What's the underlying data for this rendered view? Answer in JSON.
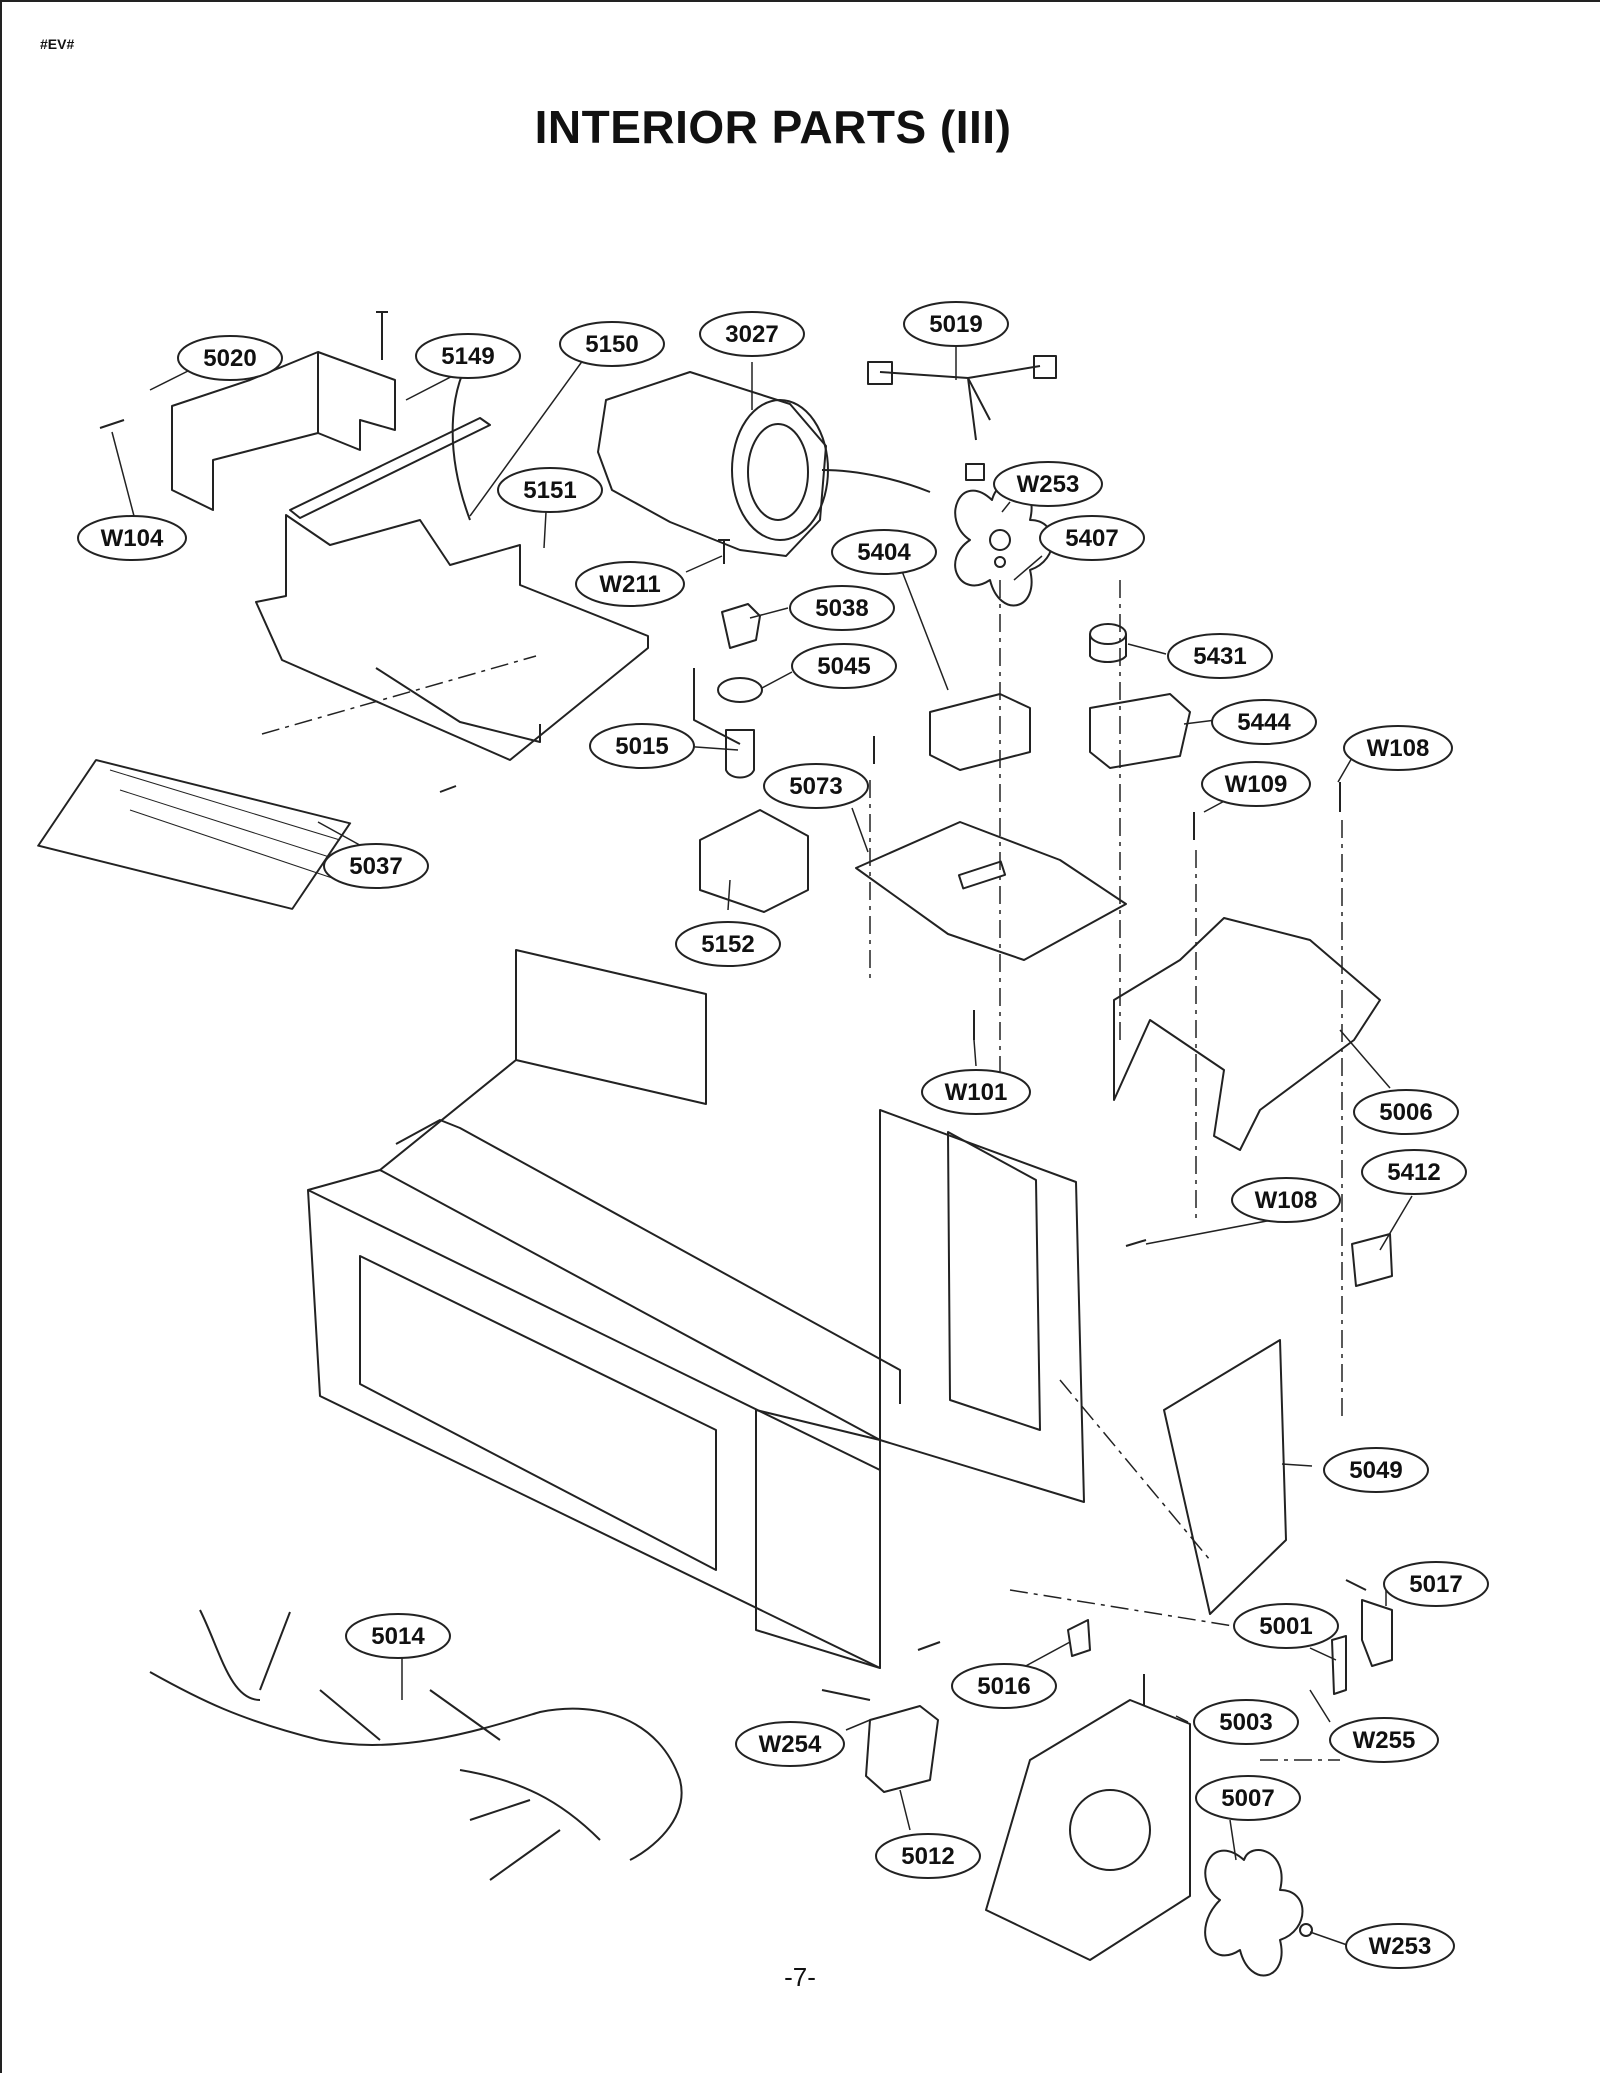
{
  "header": {
    "code": "#EV#",
    "title": "INTERIOR PARTS (III)"
  },
  "footer": {
    "page": "-7-"
  },
  "callouts": [
    {
      "id": "5020",
      "label": "5020"
    },
    {
      "id": "5149",
      "label": "5149"
    },
    {
      "id": "5150",
      "label": "5150"
    },
    {
      "id": "3027",
      "label": "3027"
    },
    {
      "id": "5019",
      "label": "5019"
    },
    {
      "id": "W104",
      "label": "W104"
    },
    {
      "id": "5151",
      "label": "5151"
    },
    {
      "id": "W253a",
      "label": "W253"
    },
    {
      "id": "5407",
      "label": "5407"
    },
    {
      "id": "W211",
      "label": "W211"
    },
    {
      "id": "5404",
      "label": "5404"
    },
    {
      "id": "5038",
      "label": "5038"
    },
    {
      "id": "5431",
      "label": "5431"
    },
    {
      "id": "5045",
      "label": "5045"
    },
    {
      "id": "5444",
      "label": "5444"
    },
    {
      "id": "5015",
      "label": "5015"
    },
    {
      "id": "W108a",
      "label": "W108"
    },
    {
      "id": "5073",
      "label": "5073"
    },
    {
      "id": "W109",
      "label": "W109"
    },
    {
      "id": "5037",
      "label": "5037"
    },
    {
      "id": "5152",
      "label": "5152"
    },
    {
      "id": "W101",
      "label": "W101"
    },
    {
      "id": "5006",
      "label": "5006"
    },
    {
      "id": "5412",
      "label": "5412"
    },
    {
      "id": "W108b",
      "label": "W108"
    },
    {
      "id": "5049",
      "label": "5049"
    },
    {
      "id": "5017",
      "label": "5017"
    },
    {
      "id": "5014",
      "label": "5014"
    },
    {
      "id": "5001",
      "label": "5001"
    },
    {
      "id": "5016",
      "label": "5016"
    },
    {
      "id": "W255",
      "label": "W255"
    },
    {
      "id": "W254",
      "label": "W254"
    },
    {
      "id": "5003",
      "label": "5003"
    },
    {
      "id": "5007",
      "label": "5007"
    },
    {
      "id": "5012",
      "label": "5012"
    },
    {
      "id": "W253b",
      "label": "W253"
    }
  ]
}
